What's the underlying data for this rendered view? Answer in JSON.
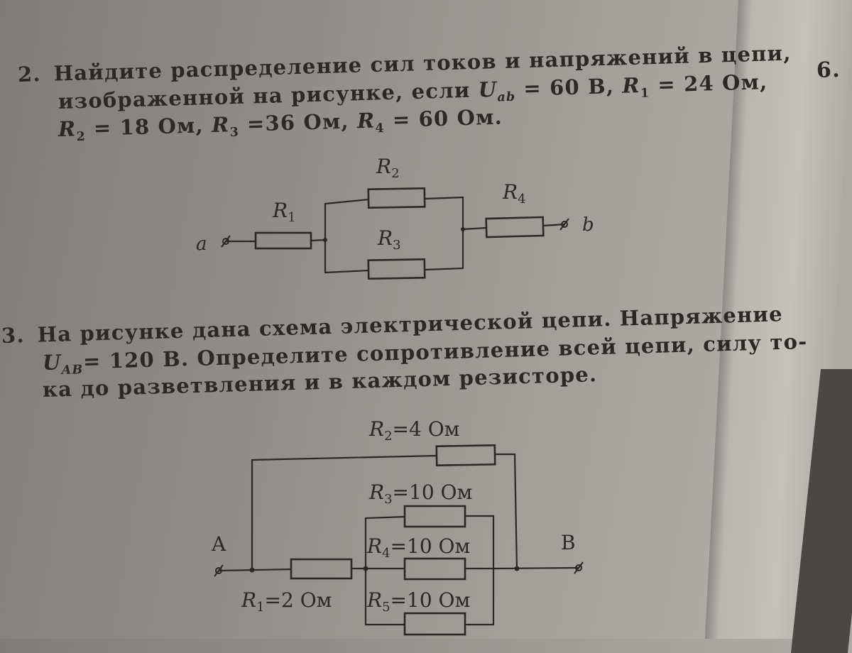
{
  "right_page": {
    "number": "6."
  },
  "problem2": {
    "number": "2.",
    "line1": "Найдите распределение сил токов и напряжений в цепи,",
    "line2_a": "изображенной на рисунке, если ",
    "line2_u": "U",
    "line2_usub": "ab",
    "line2_b": " = 60 В, ",
    "line2_r": "R",
    "line2_rsub": "1",
    "line2_c": " = 24 Ом,",
    "line3": [
      {
        "r": "R",
        "sub": "2",
        "text": " = 18 Ом, "
      },
      {
        "r": "R",
        "sub": "3",
        "text": " =36 Ом, "
      },
      {
        "r": "R",
        "sub": "4",
        "text": " = 60 Ом."
      }
    ],
    "circuit": {
      "terminal_a": "a",
      "terminal_b": "b",
      "R1": {
        "name": "R",
        "sub": "1"
      },
      "R2": {
        "name": "R",
        "sub": "2"
      },
      "R3": {
        "name": "R",
        "sub": "3"
      },
      "R4": {
        "name": "R",
        "sub": "4"
      }
    }
  },
  "problem3": {
    "number": "3.",
    "line1": "На рисунке дана схема электрической цепи. Напряжение",
    "line2_u": "U",
    "line2_usub": "AB",
    "line2_text": "= 120 В. Определите сопротивление всей цепи, силу то-",
    "line3": "ка до разветвления и в каждом резисторе.",
    "circuit": {
      "terminal_A": "A",
      "terminal_B": "B",
      "R1": {
        "name": "R",
        "sub": "1",
        "value": "=2 Ом"
      },
      "R2": {
        "name": "R",
        "sub": "2",
        "value": "=4 Ом"
      },
      "R3": {
        "name": "R",
        "sub": "3",
        "value": "=10 Ом"
      },
      "R4": {
        "name": "R",
        "sub": "4",
        "value": "=10 Ом"
      },
      "R5": {
        "name": "R",
        "sub": "5",
        "value": "=10 Ом"
      }
    }
  }
}
